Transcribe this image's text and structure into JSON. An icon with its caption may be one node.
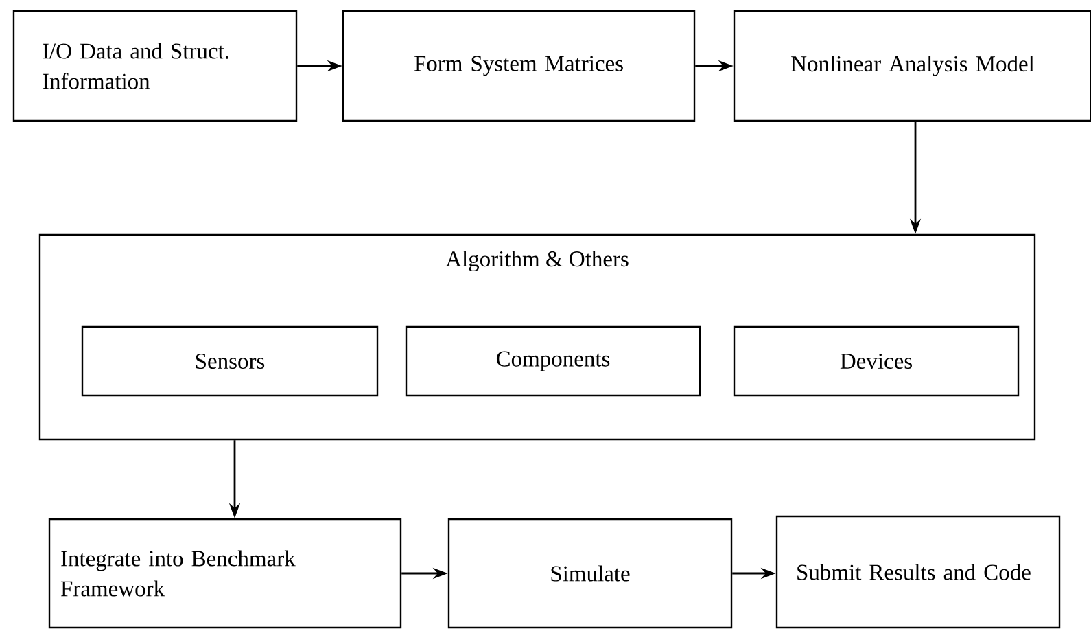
{
  "diagram": {
    "nodes": [
      {
        "text": [
          "I/O Data and Struct. Information"
        ]
      },
      {
        "text": [
          "Form System Matrices"
        ]
      },
      {
        "text": [
          "Nonlinear Analysis Model"
        ]
      },
      {
        "text": [
          "Algorithm & Others"
        ]
      },
      {
        "text": [
          "Sensors"
        ],
        "in": 3
      },
      {
        "text": [
          "Components"
        ],
        "in": 3
      },
      {
        "text": [
          "Devices"
        ],
        "in": 3
      },
      {
        "text": [
          "Integrate into Benchmark Framework"
        ]
      },
      {
        "text": [
          "Simulate"
        ]
      },
      {
        "text": [
          "Submit Results and Code"
        ]
      }
    ],
    "edges": [
      {
        "from": 0,
        "to": 1,
        "arrow": "to"
      },
      {
        "from": 1,
        "to": 2,
        "arrow": "to"
      },
      {
        "from": 2,
        "to": 3,
        "arrow": "to"
      },
      {
        "from": 3,
        "to": 7,
        "arrow": "to"
      },
      {
        "from": 7,
        "to": 8,
        "arrow": "to"
      },
      {
        "from": 8,
        "to": 9,
        "arrow": "to"
      }
    ]
  }
}
